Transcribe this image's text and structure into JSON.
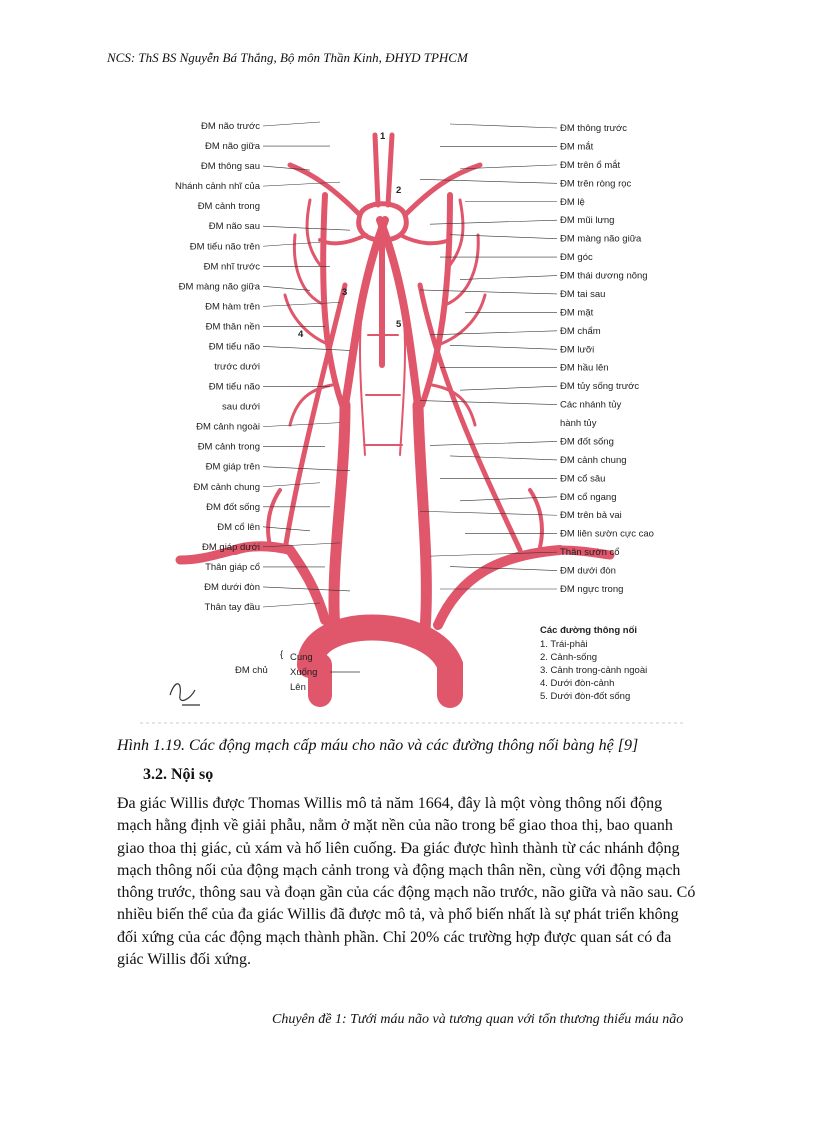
{
  "header": {
    "text": "NCS: ThS BS Nguyễn Bá Thắng, Bộ môn Thần Kinh, ĐHYD TPHCM"
  },
  "figure": {
    "left_labels": [
      "ĐM não trước",
      "ĐM não giữa",
      "ĐM thông sau",
      "Nhánh cảnh nhĩ của",
      "ĐM cảnh trong",
      "ĐM não sau",
      "ĐM tiểu não trên",
      "ĐM nhĩ trước",
      "ĐM màng não giữa",
      "ĐM hàm trên",
      "ĐM thân nền",
      "ĐM tiểu não",
      "trước dưới",
      "ĐM tiểu não",
      "sau dưới",
      "ĐM cảnh ngoài",
      "ĐM cảnh trong",
      "ĐM giáp trên",
      "ĐM cảnh chung",
      "ĐM đốt sống",
      "ĐM cổ lên",
      "ĐM giáp dưới",
      "Thân giáp cổ",
      "ĐM dưới đòn",
      "Thân tay đầu"
    ],
    "right_labels": [
      "ĐM thông trước",
      "ĐM mắt",
      "ĐM trên ổ mắt",
      "ĐM trên ròng rọc",
      "ĐM lệ",
      "ĐM mũi lưng",
      "ĐM màng não giữa",
      "ĐM góc",
      "ĐM thái dương nông",
      "ĐM tai sau",
      "ĐM mặt",
      "ĐM chẩm",
      "ĐM lưỡi",
      "ĐM hầu lên",
      "ĐM tủy sống trước",
      "Các nhánh tủy",
      "hành tủy",
      "ĐM đốt sống",
      "ĐM cảnh chung",
      "ĐM cổ sâu",
      "ĐM cổ ngang",
      "ĐM trên bả vai",
      "ĐM liên sườn cực cao",
      "Thân sườn cổ",
      "ĐM dưới đòn",
      "ĐM ngực trong"
    ],
    "aorta_label": "ĐM chủ",
    "aorta_parts": [
      "Cung",
      "Xuống",
      "Lên"
    ],
    "legend_title": "Các đường thông nối",
    "legend_items": [
      "1. Trái-phải",
      "2. Cảnh-sống",
      "3. Cảnh trong-cảnh ngoài",
      "4. Dưới đòn-cảnh",
      "5. Dưới đòn-đốt sống"
    ],
    "numbers": [
      "1",
      "2",
      "3",
      "4",
      "5"
    ],
    "vessel_color": "#e0566b"
  },
  "caption": "Hình 1.19. Các động mạch cấp máu cho não và các đường thông nối bàng hệ [9]",
  "section_title": "3.2. Nội sọ",
  "paragraph_lines": [
    "Đa giác Willis được Thomas Willis mô tả năm 1664, đây là một vòng thông nối động",
    "mạch hằng định về giải phẫu, nằm ở mặt nền của não trong bể giao thoa thị, bao quanh",
    "giao thoa thị giác, củ xám và hố liên cuống. Đa giác được hình thành từ các nhánh động",
    "mạch thông nối của động mạch cảnh trong và động mạch thân nền, cùng với động mạch",
    "thông trước, thông sau và đoạn gần của các động mạch não trước, não giữa và não sau. Có",
    "nhiều biến thể của đa giác Willis đã được mô tả, và phổ biến nhất là sự phát triển không",
    "đối xứng của các động mạch thành phần. Chỉ 20% các trường hợp được quan sát có đa",
    "giác Willis đối xứng."
  ],
  "footer": "Chuyên đề 1: Tưới máu não và tương quan với tổn thương thiếu máu não"
}
